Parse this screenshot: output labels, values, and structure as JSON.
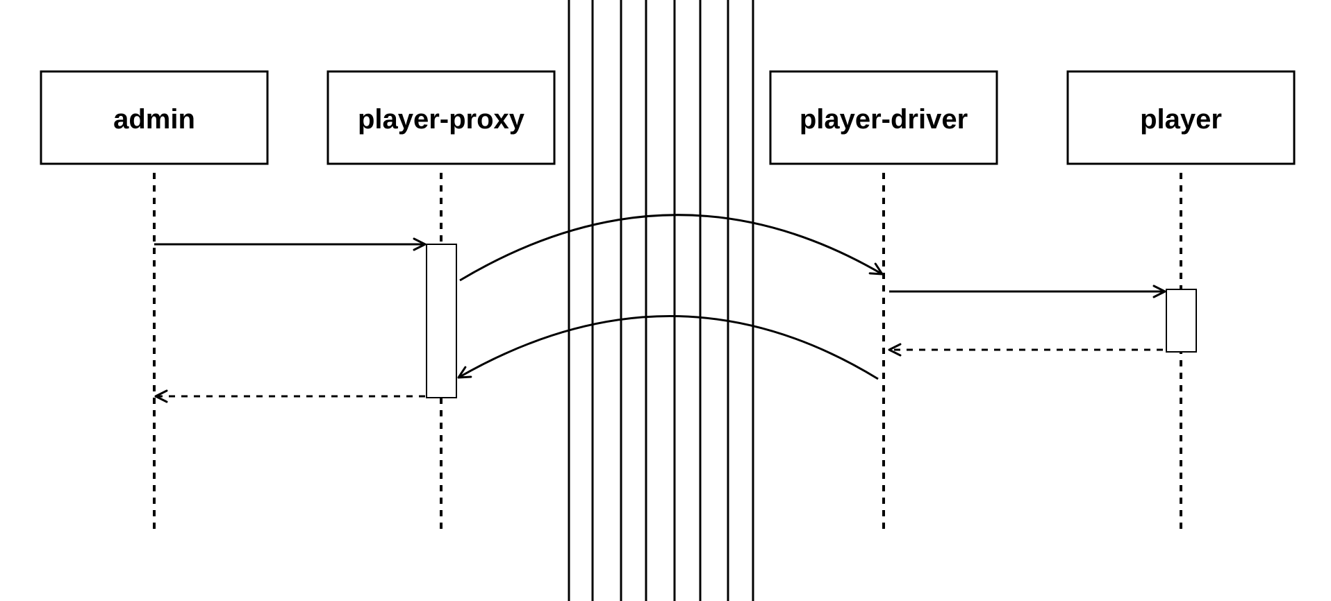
{
  "diagram": {
    "type": "sequence-diagram",
    "participants": [
      {
        "id": "admin",
        "label": "admin"
      },
      {
        "id": "player-proxy",
        "label": "player-proxy"
      },
      {
        "id": "player-driver",
        "label": "player-driver"
      },
      {
        "id": "player",
        "label": "player"
      }
    ],
    "messages": [
      {
        "from": "admin",
        "to": "player-proxy",
        "style": "solid"
      },
      {
        "from": "player-proxy",
        "to": "player-driver",
        "style": "solid",
        "crosses_barrier": true
      },
      {
        "from": "player-driver",
        "to": "player",
        "style": "solid"
      },
      {
        "from": "player",
        "to": "player-driver",
        "style": "dashed"
      },
      {
        "from": "player-driver",
        "to": "player-proxy",
        "style": "solid",
        "crosses_barrier": true
      },
      {
        "from": "player-proxy",
        "to": "admin",
        "style": "dashed"
      }
    ],
    "activations": [
      "player-proxy",
      "player"
    ],
    "barrier_line_count": 8,
    "colors": {
      "stroke": "#000000",
      "background": "#ffffff"
    }
  }
}
